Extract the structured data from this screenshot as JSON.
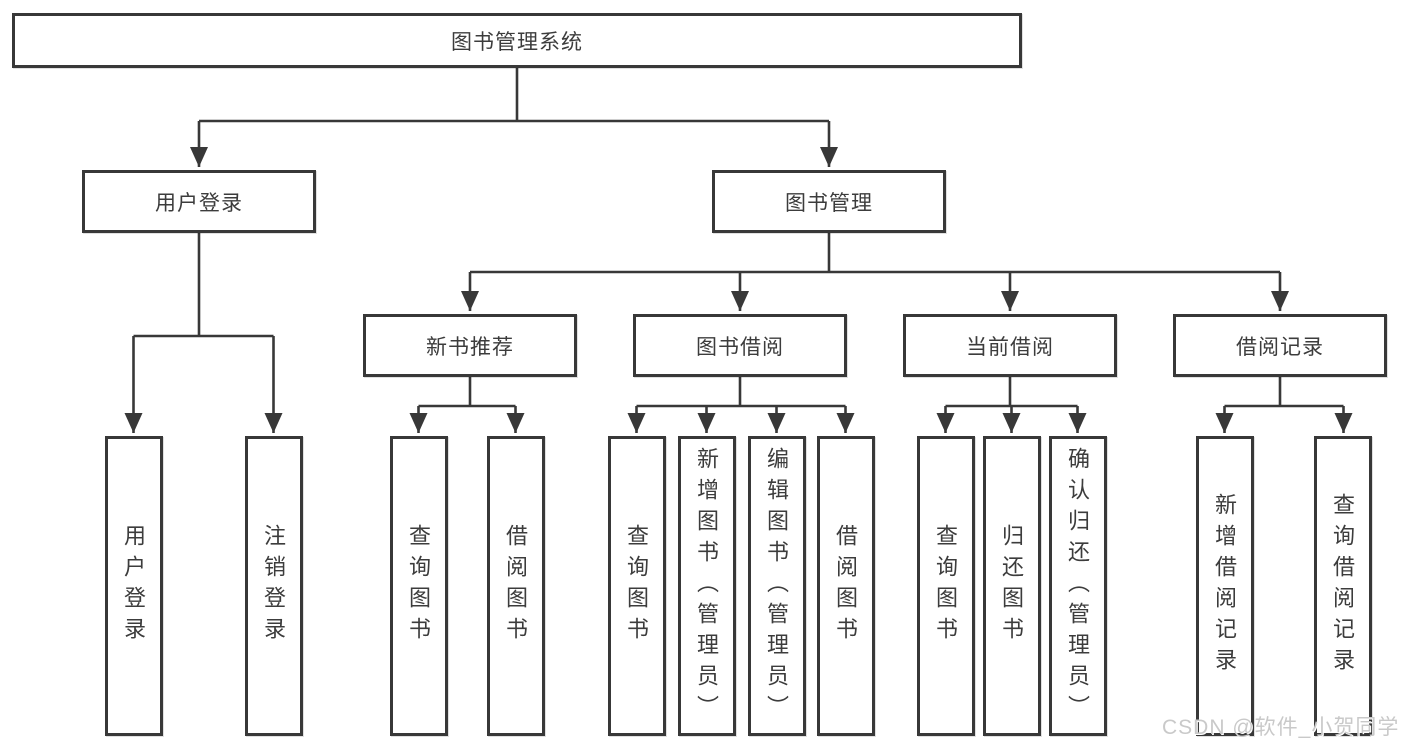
{
  "diagram_title": "图书管理系统",
  "watermark": "CSDN @软件_小贺同学",
  "colors": {
    "line": "#383838",
    "box_border": "#383838",
    "box_fill": "#ffffff",
    "text": "#3c3c3c",
    "watermark": "#c9c9c9",
    "background": "#ffffff"
  },
  "tree": {
    "label": "图书管理系统",
    "children": [
      {
        "label": "用户登录",
        "children": [
          {
            "label": "用户登录"
          },
          {
            "label": "注销登录"
          }
        ]
      },
      {
        "label": "图书管理",
        "children": [
          {
            "label": "新书推荐",
            "children": [
              {
                "label": "查询图书"
              },
              {
                "label": "借阅图书"
              }
            ]
          },
          {
            "label": "图书借阅",
            "children": [
              {
                "label": "查询图书"
              },
              {
                "label": "新增图书（管理员）"
              },
              {
                "label": "编辑图书（管理员）"
              },
              {
                "label": "借阅图书"
              }
            ]
          },
          {
            "label": "当前借阅",
            "children": [
              {
                "label": "查询图书"
              },
              {
                "label": "归还图书"
              },
              {
                "label": "确认归还（管理员）"
              }
            ]
          },
          {
            "label": "借阅记录",
            "children": [
              {
                "label": "新增借阅记录"
              },
              {
                "label": "查询借阅记录"
              }
            ]
          }
        ]
      }
    ]
  }
}
